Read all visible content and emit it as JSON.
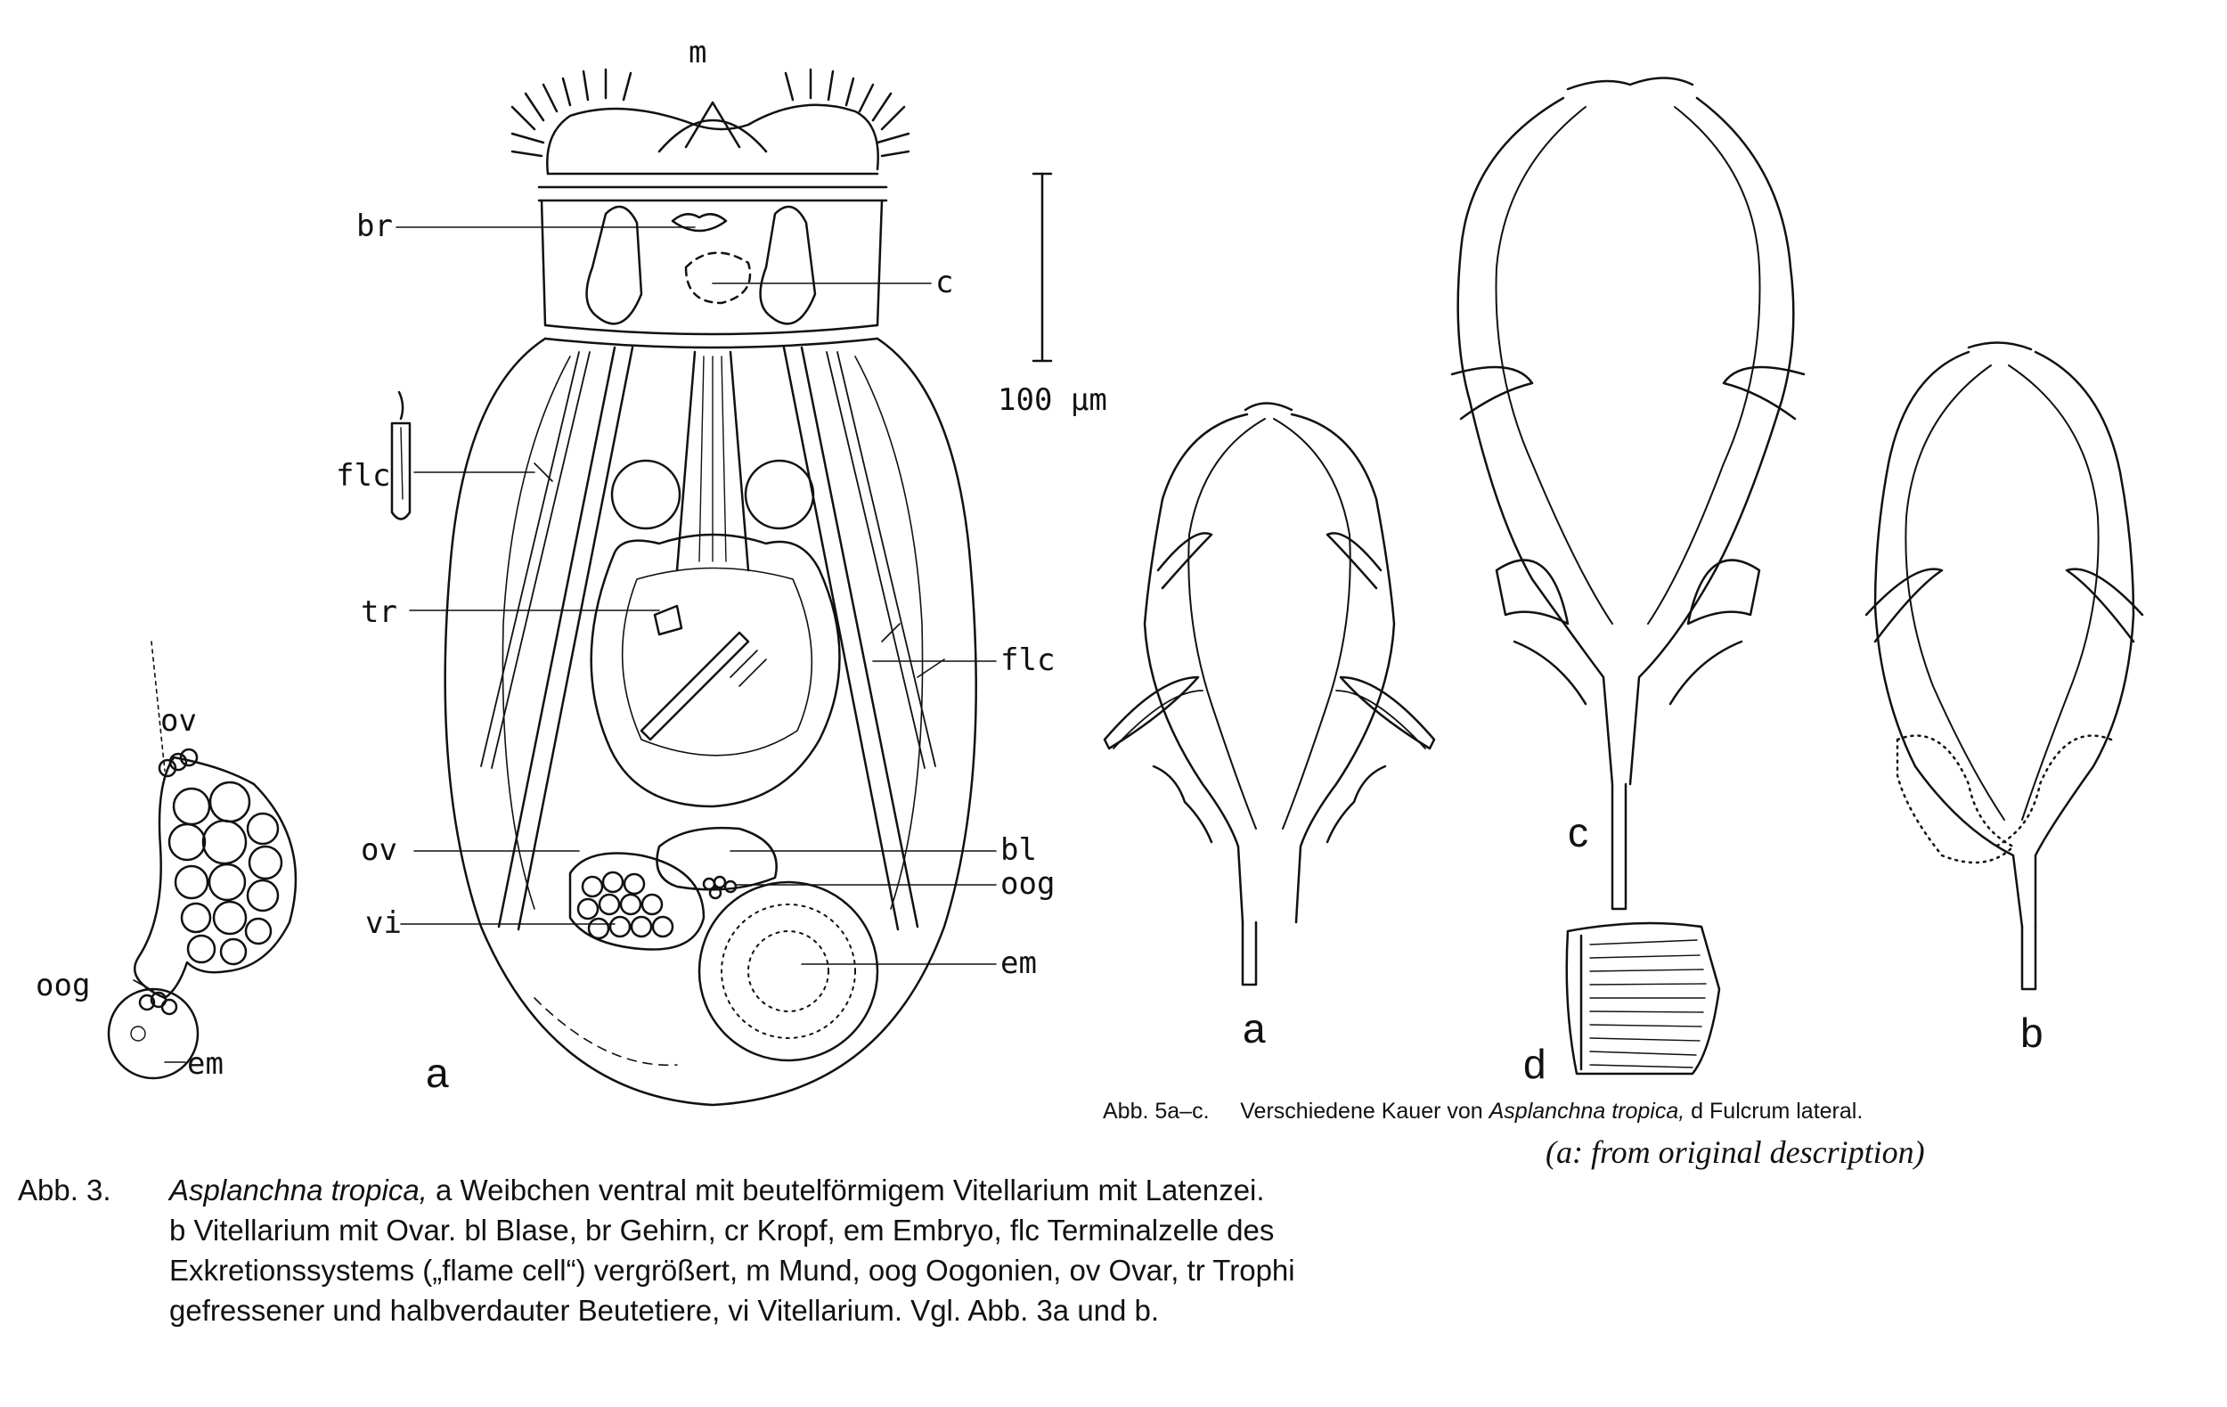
{
  "fig3": {
    "panel_a": "a",
    "scale_label": "100 µm",
    "labels": {
      "m": "m",
      "br": "br",
      "c": "c",
      "flc_left": "flc",
      "flc_right": "flc",
      "tr": "tr",
      "ov_a": "ov",
      "vi": "vi",
      "bl": "bl",
      "oog_a": "oog",
      "em_a": "em",
      "ov_b": "ov",
      "oog_b": "oog",
      "em_b": "em"
    }
  },
  "fig5": {
    "labels": {
      "a": "a",
      "b": "b",
      "c": "c",
      "d": "d"
    },
    "caption_prefix": "Abb. 5a–c.",
    "caption_text": "Verschiedene Kauer von ",
    "caption_species": "Asplanchna tropica,",
    "caption_suffix": " d Fulcrum lateral.",
    "note": "(a: from original description)"
  },
  "caption3": {
    "prefix": "Abb. 3.",
    "species": "Asplanchna tropica,",
    "line1_rest": " a Weibchen ventral mit beutelförmigem Vitellarium mit Latenzei.",
    "line2": "b Vitellarium mit Ovar. bl Blase, br Gehirn, cr Kropf, em Embryo, flc Terminalzelle des",
    "line3": "Exkretionssystems („flame cell“) vergrößert, m Mund, oog Oogonien, ov Ovar, tr Trophi",
    "line4": "gefressener und halbverdauter Beutetiere, vi Vitellarium. Vgl. Abb. 3a und b."
  }
}
